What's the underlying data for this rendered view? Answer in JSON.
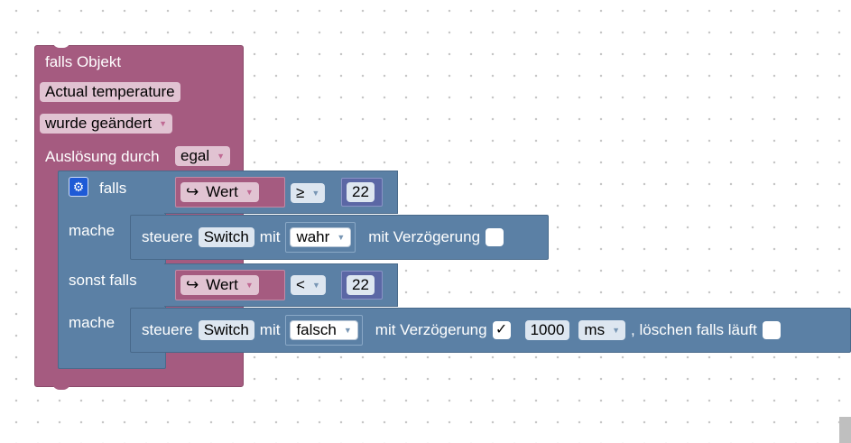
{
  "trigger": {
    "title": "falls Objekt",
    "object_name": "Actual temperature",
    "condition": "wurde geändert",
    "auslosung_label": "Auslösung durch",
    "auslosung_value": "egal"
  },
  "if_block": {
    "falls_label": "falls",
    "mache_label": "mache",
    "sonst_falls_label": "sonst falls",
    "mache2_label": "mache",
    "condition1": {
      "variable_arrow": "↪",
      "variable": "Wert",
      "operator": "≥",
      "number": "22"
    },
    "condition2": {
      "variable_arrow": "↪",
      "variable": "Wert",
      "operator": "<",
      "number": "22"
    }
  },
  "action1": {
    "prefix": "steuere",
    "target": "Switch",
    "mit": "mit",
    "value": "wahr",
    "delay_label": "mit Verzögerung"
  },
  "action2": {
    "prefix": "steuere",
    "target": "Switch",
    "mit": "mit",
    "value": "falsch",
    "delay_label": "mit Verzögerung",
    "delay_checked": "✓",
    "delay_value": "1000",
    "unit": "ms",
    "clear_label": ", löschen falls läuft"
  }
}
